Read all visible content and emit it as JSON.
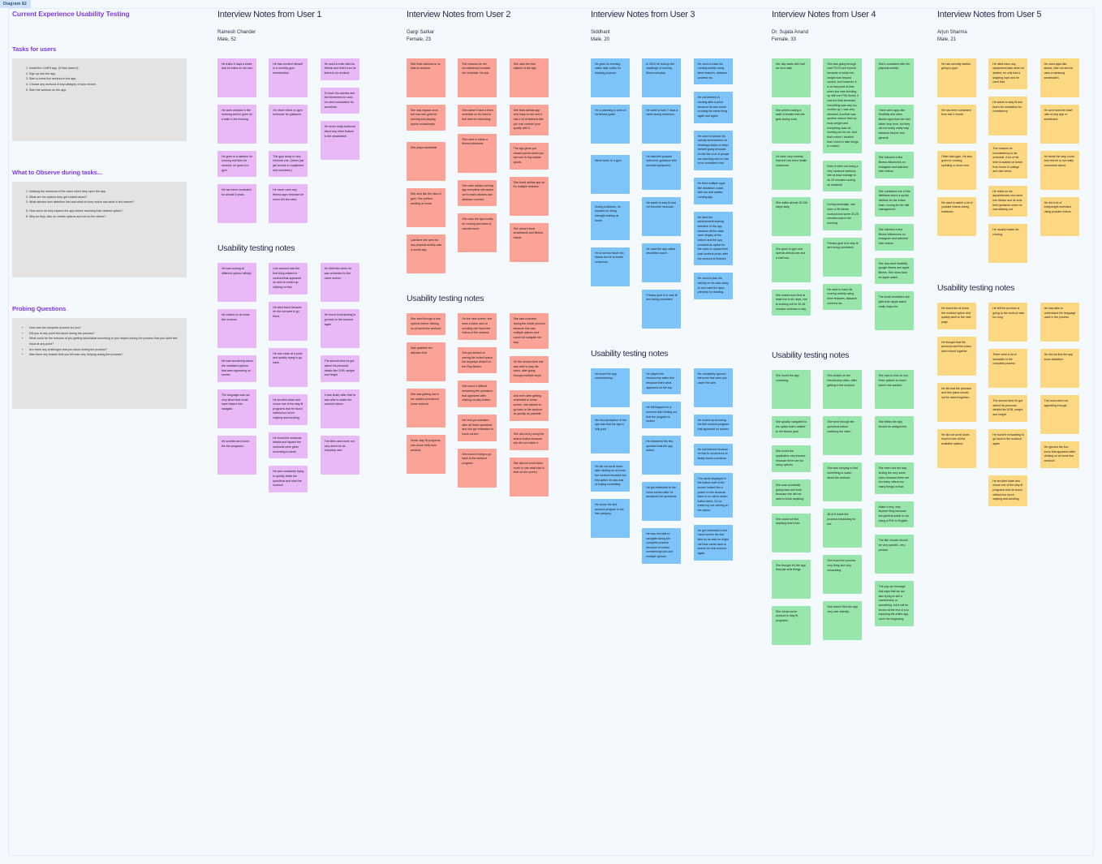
{
  "diagram_tag": "Diagram 82",
  "left": {
    "title": "Current Experience Usability Testing",
    "tasks_heading": "Tasks for users",
    "tasks": [
      "Install the CultFit app. (If they haven't)",
      "Sign up into the app.",
      "Start a home live workout in the app.",
      "Choose any workout of any category of your choice.",
      "Start the workout on the app."
    ],
    "observe_heading": "What to Observe during tasks...",
    "observe": [
      "Noticing the reactions of the users when they open the app.",
      "What are the options they get excited about?",
      "What attracts their attention first and what do they notice and what is left unseen?",
      "How much do they explore the app before reaching their desired option?",
      "Why do they click on certain options and not on the others?"
    ],
    "probing_heading": "Probing Questions",
    "probing": [
      "How was the complete process for you?",
      "Did you at any point feel stuck during the process?",
      "What could be the reasons of you getting stuck/what according to you helped during the process that you didnt feel stuck at any point?",
      "Are there any challenges that you faced during the process?",
      "Was there any feature that you felt was very helping during the process?"
    ]
  },
  "users": [
    {
      "title": "Interview Notes from User 1",
      "name": "Ramesh Chander",
      "demo": "Male, 52",
      "color": "c-purple",
      "usability_heading": "Usability testing notes",
      "interview_notes": [
        "He trains 6 days a week and he trains on his own.",
        "He does workout in the morning and he goes for a walk in the evening.",
        "He goes to a stadium for running and then for workout, he goes to a gym.",
        "He has been consistent for almost 5 years.",
        "He has enrolled himself in a monthly gym membership.",
        "He never relied on gym instructor for guidance.",
        "The gym setup is very informal one. (Users just get access to equipment and machines.)",
        "He never used any fitness apps because he never felt the need.",
        "He used to train with his friends and that's how he learnt to do workout",
        "To track his calories and the kilometres he rand, he used smartwatch for sometime.",
        "He never really bothered about any other feature in the smartwatch."
      ],
      "usability_notes": [
        "He was looking at different options initially.",
        "He clicked on at home live workout.",
        "He was wondering about the unrelated options that were appearing on screen.",
        "The language was not very direct that could have helped him navigate.",
        "He scrolled and found the live programs.",
        "Live workout was the first thing related to workout that appeared on and he ended up clicking on that.",
        "He went back because he did not want to go there.",
        "He was stuck at a point and quickly trying to go back.",
        "He scrolled down and chose one of the stay fit programs that he found without too much swiping and scrolling.",
        "He found the workouts details and figured the workouts were given according to week.",
        "He was constantly trying to quickly finish the questions and start the workout.",
        "He didnt like when he was redirected to the home screen.",
        "He found it exhausting to go back to the workout again",
        "The second time he got asked his personal details like DOB, weight and height",
        "It was finally after that he was able to watch the workout videos",
        "The titles used were not very direct for an everyday user."
      ]
    },
    {
      "title": "Interview Notes from User 2",
      "name": "Gargi Sarkar",
      "demo": "Female, 23",
      "color": "c-red",
      "usability_heading": "Usability testing notes",
      "interview_notes": [
        "She finds minimal or no time to workout.",
        "She was regular once but now she goes for running and playing sports occasionally.",
        "She plays basketball.",
        "She dont like the idea of gym. She prefers working at home.",
        "Last time she went for any physical activity was a month ago.",
        "The reasons for her inconsistency includes her schedule, her job.",
        "She doesn't have a fixed schedule so it's hard to find time for exercising.",
        "She used to follow a fitness influencer.",
        "She uses adidas running app everytime she works out to track calories and distance covered.",
        "She uses the app mostly for running and track of calories burnt.",
        "She uses the free options of the app.",
        "She finds adidas app very easy to use and it has a lot of features like you can connect your spotify with it.",
        "The app gives you reward points which you can use to buy adidas goods.",
        "She loved adidas app for it's multiple features.",
        "She doesn't trust smartbands and fitness bands."
      ],
      "usability_notes": [
        "She went through a few options before clicking on at home live workout.",
        "Sale grabbed her attention first",
        "She was getting lost in the options provided in home workout.",
        "Under stay fit programs, she chose belly burn workout.",
        "On the new screen, she sees a video and on scrolling she found the videos of the workout.",
        "She got alerted on seeing the locked option but anyways clicked on the Play Button.",
        "She found it difficult answering the questions that appeared after clicking on play button.",
        "Her trial got activated after all these questions and she got redirected to home screen",
        "She found it tiring to go back to the workout program.",
        "She was confused during the whole process because she saw multiple options and could not navigate her way.",
        "On the second time she was able to play the video, after going through multiple steps",
        "And even after getting redirected to home screen, she wanted to go back to the workout as quickly as possible.",
        "She did not try using the search button because she did not notice it.",
        "She did not scroll down much to see what else is their on the screen."
      ]
    },
    {
      "title": "Interview Notes from User 3",
      "name": "Siddhant",
      "demo": "Male, 20",
      "color": "c-blue",
      "usability_heading": "Usability testing notes",
      "interview_notes": [
        "He goes for evening walks daily solely for relaxing purpose.",
        "He is planning to work of his fitness goals",
        "Never been to a gym.",
        "During lockdown, he focused on doing strength training at home.",
        "He is not too much into fitness but he is health conscious.",
        "In 2024 he took up the challenge of running 5kms everyday",
        "He used to train 7 days a week during lockdown.",
        "He watched youtube videos for guidance with minimal equipment.",
        "He wants to stay fit and not become muscular.",
        "He used the app called decathlon coach.",
        "Primary goal is to stay fit and being consistent.",
        "He used to track his running activity using timer features, distance covered etc.",
        "He lost interest in running after a point because he was bored of doing the same thing again and again.",
        "He used to upload his activity achievement on whatsapp status to keep himself going because he felt like a lot of people are watching and he has to be consistent now.",
        "He tried multiple apps like decathlon coach, nike run and adidas running app.",
        "He liked the achievement sharing interface of the app because all the stats were display at the bottom and the app provided an option for the users to upload their post workout photo after the workout is finished.",
        "He used to plan his activity on his own using AI and used the apps primarily for tracking."
      ],
      "usability_notes": [
        "He found the app overwhelming.",
        "His first perception of the app was that the app is fully paid",
        "He did not scroll down after clicking on at home live workout because the first option he saw was of buying something.",
        "He chose the first workout program in the first category.",
        "He played the introductory video first because that's what appeared on the top.",
        "He felt trapped for a moment after finding out that the program is locked.",
        "He answered the few question that the app asked.",
        "He got redirected to the home screen after he answered the questions.",
        "He was not able to navigate during the complete process because of certain membership ads and multiple options.",
        "He completely ignored the icons that were just under the sale.",
        "He ended up choosing the first workout program that appeared on screen.",
        "He lost interest because he had to scroll down to finally found a workout.",
        "The cards displayed in the bottom half of the screen looked like a poster to him because there is no call to action button there. So he ended up not clicking on the option.",
        "He got redirected to the home screen the first time so he said he might not have came back to search for that workout again."
      ]
    },
    {
      "title": "Interview Notes from User 4",
      "name": "Dr. Sujata Anand",
      "demo": "Female, 33",
      "color": "c-green",
      "usability_heading": "Usability testing notes",
      "interview_notes": [
        "Her day starts with half an hour walk.",
        "She prefers taking a walk in breaks that she gets during work.",
        "It's been very recently that she has been health conscious.",
        "She walks almost 15-20k steps daily.",
        "She goes to gym and spends almost one and a half hour.",
        "She makes sure that at least five to six days, she is working out for 30-45 minutes minimum a day.",
        "She was going through was PCOS and thyroid because of which her weight was beyond control. And however, it is at that point of time when she was finishing up with her PhD thesis, it was the final semester, everything was way too worked up, I was very stressed. And that was another reason that my body weight and everything was not working out for me. And that's when I decided that I need to take things in control.",
        "Even if she's not doing a very hardcore workout, she at least manage to do 20 minutes running on treadmill.",
        "During weekdays, she does a 45 minute workout and some 20-25 minutes walk in the morning.",
        "Primary goal is to stay fit and being consistent.",
        "He used to track his running activity using timer features, distance covered etc.",
        "She's consistent with her physical activity.",
        "There were apps like Healthify and other fitness apps that she had taken help from, but they did not really, really help because they're very general.",
        "She followed a few fitness influencers on instagram and watched their videos.",
        "She contacted one of the dietitians who's a sports dietitian for the Indian team, boxing for her diet management.",
        "She followed a few fitness influencers on instagram and watched their videos.",
        "She has used healthify, google fitness and apple fitness. She does have an apple watch.",
        "The small reminders she gets from apple watch really helps her."
      ],
      "usability_notes": [
        "She found the app confusing.",
        "She quickly navigated to the option that's related to her fitness goal.",
        "She found the application very bizzare because there are too many options.",
        "She was constantly going back and forth because she did not want to book anything.",
        "She could not find anything that's free.",
        "She thought it's the app that just sells things.",
        "She chose some workout in stay fit programs.",
        "She clicked on the introductory video. after getting in the workout.",
        "She went through the questions before watching the video.",
        "She was hurrying to find something to watch about the workout.",
        "All of it made the process exhausting for her.",
        "She found the process very tiring and very exhausting.",
        "She doesn't find the app very user friendly.",
        "She had to click on two, three options to reach where she wanted.",
        "She thinks the app should be categorized.",
        "She even lost her way finding the very same video because there are too many videos too many things on that.",
        "Make it very, very layman thing because the general public is not doing a PhD in English.",
        "The title chosen should be very specific, very precise.",
        "The pop up message that says that we are also trying to sell a membership or something, but it will be shown at the end of you exploring the entire app, not in the beginning."
      ]
    },
    {
      "title": "Interview Notes from User 5",
      "name": "Arjun Sharma",
      "demo": "Male, 21",
      "color": "c-yellow",
      "usability_heading": "Usability testing notes",
      "interview_notes": [
        "He has recently started going to gym.",
        "He has been consistent from last 1 month.",
        "Other than gym, He also goes for running, sprinting or short runs.",
        "He used to watch a lot of youtube videos during lockdown",
        "He didnt have any equipment back when he started, he only had a skipping rope and he used that",
        "He wants to stay fit and that's his motivation for consistency.",
        "The reasons for inconsistency is his schedule. A lot of his time is wasted on travel from home to college and vice versa.",
        "He relied on his aquaintances who were into fitness and he took their guidance when he was starting out",
        "He usually tracks his running.",
        "He used apps like strava, nike run and he uses a samsung smartwatch.",
        "He dont trust the heart rate on any app or smartband.",
        "He trusts the step count and rest he is not really concerned about.",
        "He did a lot of bodyweight exercises using youtube videos."
      ],
      "usability_notes": [
        "He found the at home live workout option and quickly went to the next page",
        "He thought that the premium and free plans were mixed together.",
        "He felt that the premium and free plans should not be mixed together.",
        "He did not scroll down much to see all the available options.",
        "He felt the process of going to the workout was too long",
        "There were a lot of obstacles in the complete process",
        "The second time he got asked his personal details like DOB, weight and height",
        "He found it exhausting to go back to the workout again",
        "He scrolled down and chose one of the stay fit programs that he found without too much swiping and scrolling.",
        "He was able to understand the language used in the process",
        "He did not find the app icons attractive.",
        "The icons were not appealing enough.",
        "He ignored the four icons that appeared after clicking on at home live workout'."
      ]
    }
  ]
}
